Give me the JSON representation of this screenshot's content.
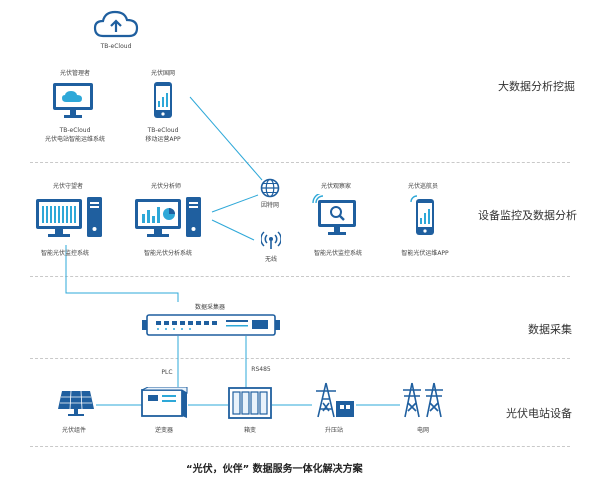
{
  "cloud": {
    "label": "TB-eCloud"
  },
  "layers": {
    "big_data": "大数据分析挖掘",
    "monitoring": "设备监控及数据分析",
    "acquisition": "数据采集",
    "pv_station": "光伏电站设备"
  },
  "top_nodes": {
    "pv_manager": {
      "title": "光伏管理者",
      "line1": "TB-eCloud",
      "line2": "光伏电站智能运维系统"
    },
    "pv_owner": {
      "title": "光伏国网",
      "line1": "TB-eCloud",
      "line2": "移动运营APP"
    }
  },
  "monitor_nodes": {
    "pv_guard": {
      "title": "光伏守望者",
      "caption": "智能光伏监控系统"
    },
    "pv_analyst": {
      "title": "光伏分析师",
      "caption": "智能光伏分析系统"
    },
    "pv_observer": {
      "title": "光伏观察家",
      "caption": "智能光伏监控系统"
    },
    "pv_patrol": {
      "title": "光伏巡航员",
      "caption": "智能光伏运维APP"
    }
  },
  "network": {
    "internet": "因特网",
    "wireless": "无线"
  },
  "acquisition": {
    "collector": "数据采集器",
    "plc": "PLC",
    "rs485": "RS485"
  },
  "devices": {
    "pv_module": "光伏组件",
    "inverter": "逆变器",
    "combiner": "箱变",
    "booster": "升压站",
    "grid": "电网"
  },
  "caption": "“光伏，伙伴” 数据服务一体化解决方案",
  "colors": {
    "accent": "#1f5f9f",
    "line": "#2ea8d8",
    "icon_light": "#e8f2fb"
  }
}
